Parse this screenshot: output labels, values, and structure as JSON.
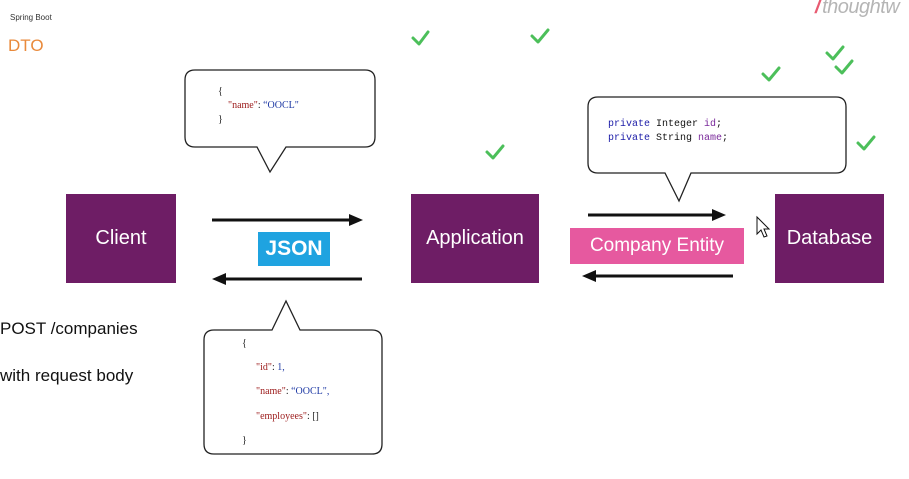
{
  "header": {
    "small_title": "Spring Boot",
    "section_title": "DTO",
    "brand": "thoughtw"
  },
  "boxes": {
    "client": "Client",
    "application": "Application",
    "database": "Database"
  },
  "labels": {
    "json": "JSON",
    "entity": "Company Entity"
  },
  "bubble_top": {
    "open": "{",
    "key": "\"name\"",
    "colon": ": ",
    "value": "“OOCL\"",
    "close": "}"
  },
  "bubble_bottom": {
    "open": "{",
    "id_key": "\"id\"",
    "id_sep": ": ",
    "id_val": "1,",
    "name_key": "\"name\"",
    "name_sep": ": ",
    "name_val": "“OOCL\",",
    "emp_key": "\"employees\"",
    "emp_sep": ": ",
    "emp_val": "[]",
    "close": "}"
  },
  "java": {
    "line1_kw": "private",
    "line1_type": " Integer ",
    "line1_field": "id",
    "line1_end": ";",
    "line2_kw": "private",
    "line2_type": " String ",
    "line2_field": "name",
    "line2_end": ";"
  },
  "caption": {
    "line1": "POST /companies",
    "line2": "with request body"
  },
  "colors": {
    "box": "#6e1d65",
    "json_label": "#1fa3e0",
    "entity_label": "#e6599f",
    "title": "#e98a3b",
    "check": "#4cbf5a"
  },
  "icons": [
    "check-icon",
    "mouse-cursor-icon"
  ]
}
